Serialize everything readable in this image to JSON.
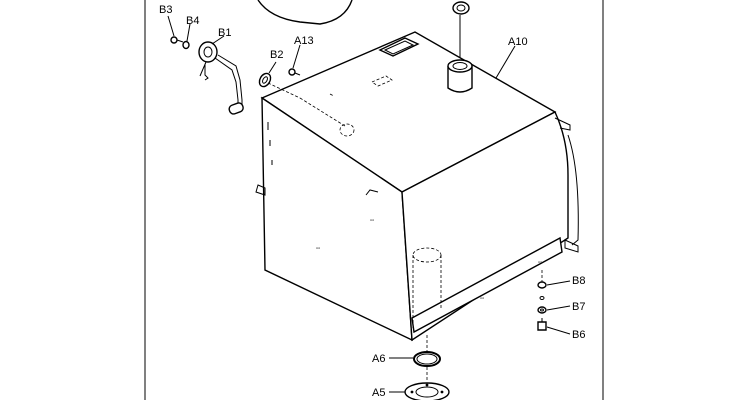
{
  "diagram": {
    "labels": {
      "b3": "B3",
      "b4": "B4",
      "b1": "B1",
      "b2": "B2",
      "a13": "A13",
      "a10": "A10",
      "b8": "B8",
      "b7": "B7",
      "b6": "B6",
      "a6": "A6",
      "a5": "A5"
    }
  }
}
